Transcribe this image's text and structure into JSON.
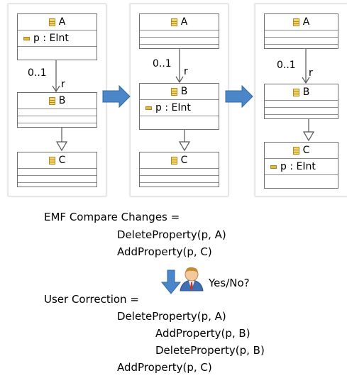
{
  "panels": [
    {
      "classes": [
        {
          "name": "A",
          "attrs": [
            "p : EInt"
          ]
        },
        {
          "name": "B",
          "attrs": []
        },
        {
          "name": "C",
          "attrs": []
        }
      ],
      "multiplicity": "0..1",
      "role": "r"
    },
    {
      "classes": [
        {
          "name": "A",
          "attrs": []
        },
        {
          "name": "B",
          "attrs": [
            "p : EInt"
          ]
        },
        {
          "name": "C",
          "attrs": []
        }
      ],
      "multiplicity": "0..1",
      "role": "r"
    },
    {
      "classes": [
        {
          "name": "A",
          "attrs": []
        },
        {
          "name": "B",
          "attrs": []
        },
        {
          "name": "C",
          "attrs": [
            "p : EInt"
          ]
        }
      ],
      "multiplicity": "0..1",
      "role": "r"
    }
  ],
  "text": {
    "emf_header": "EMF Compare Changes =",
    "emf_line1": "DeleteProperty(p, A)",
    "emf_line2": "AddProperty(p, C)",
    "prompt": "Yes/No?",
    "user_header": "User Correction =",
    "user_line1": "DeleteProperty(p, A)",
    "user_line2": "AddProperty(p, B)",
    "user_line3": "DeleteProperty(p, B)",
    "user_line4": "AddProperty(p, C)"
  },
  "colors": {
    "arrow_blue": "#4a86c8",
    "arrow_blue_dark": "#2f6aa9"
  },
  "icons": [
    "class-icon",
    "attribute-icon",
    "user-avatar-icon",
    "down-arrow-icon",
    "right-arrow-icon"
  ]
}
